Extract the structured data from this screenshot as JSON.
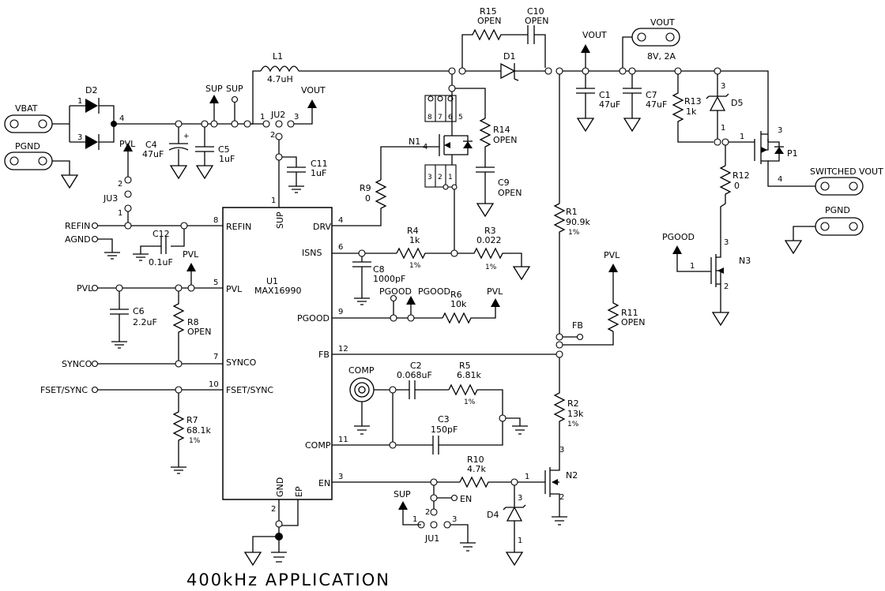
{
  "title": "400kHz APPLICATION",
  "ic": {
    "ref": "U1",
    "part": "MAX16990",
    "pins": {
      "sup": "SUP",
      "refin": "REFIN",
      "pvl": "PVL",
      "synco": "SYNCO",
      "fset": "FSET/SYNC",
      "drv": "DRV",
      "isns": "ISNS",
      "pgood": "PGOOD",
      "fb": "FB",
      "comp": "COMP",
      "en": "EN",
      "gnd": "GND",
      "ep": "EP"
    },
    "nums": {
      "sup": "1",
      "refin": "8",
      "pvl": "5",
      "synco": "7",
      "fset": "10",
      "drv": "4",
      "isns": "6",
      "pgood": "9",
      "fb": "12",
      "comp": "11",
      "en": "3",
      "gnd": "2"
    }
  },
  "connectors": {
    "vbat": "VBAT",
    "pgnd": "PGND",
    "vout": "VOUT",
    "vout_rating": "8V, 2A",
    "switched_vout": "SWITCHED VOUT",
    "comp": "COMP"
  },
  "nets": {
    "refin": "REFIN",
    "agnd": "AGND",
    "pvl": "PVL",
    "synco": "SYNCO",
    "fset": "FSET/SYNC",
    "sup": "SUP",
    "vout": "VOUT",
    "pgood": "PGOOD",
    "fb": "FB",
    "en": "EN"
  },
  "components": {
    "d2": {
      "ref": "D2"
    },
    "d1": {
      "ref": "D1"
    },
    "d4": {
      "ref": "D4"
    },
    "d5": {
      "ref": "D5"
    },
    "l1": {
      "ref": "L1",
      "value": "4.7uH"
    },
    "c4": {
      "ref": "C4",
      "value": "47uF"
    },
    "c5": {
      "ref": "C5",
      "value": "1uF"
    },
    "c11": {
      "ref": "C11",
      "value": "1uF"
    },
    "c12": {
      "ref": "C12",
      "value": "0.1uF"
    },
    "c6": {
      "ref": "C6",
      "value": "2.2uF"
    },
    "c8": {
      "ref": "C8",
      "value": "1000pF"
    },
    "c9": {
      "ref": "C9",
      "value": "OPEN"
    },
    "c10": {
      "ref": "C10",
      "value": "OPEN"
    },
    "c1": {
      "ref": "C1",
      "value": "47uF"
    },
    "c7": {
      "ref": "C7",
      "value": "47uF"
    },
    "c2": {
      "ref": "C2",
      "value": "0.068uF"
    },
    "c3": {
      "ref": "C3",
      "value": "150pF"
    },
    "r15": {
      "ref": "R15",
      "value": "OPEN"
    },
    "r14": {
      "ref": "R14",
      "value": "OPEN"
    },
    "r9": {
      "ref": "R9",
      "value": "0"
    },
    "r4": {
      "ref": "R4",
      "value": "1k",
      "tol": "1%"
    },
    "r3": {
      "ref": "R3",
      "value": "0.022",
      "tol": "1%"
    },
    "r6": {
      "ref": "R6",
      "value": "10k"
    },
    "r8": {
      "ref": "R8",
      "value": "OPEN"
    },
    "r7": {
      "ref": "R7",
      "value": "68.1k",
      "tol": "1%"
    },
    "r1": {
      "ref": "R1",
      "value": "90.9k",
      "tol": "1%"
    },
    "r11": {
      "ref": "R11",
      "value": "OPEN"
    },
    "r2": {
      "ref": "R2",
      "value": "13k",
      "tol": "1%"
    },
    "r5": {
      "ref": "R5",
      "value": "6.81k",
      "tol": "1%"
    },
    "r10": {
      "ref": "R10",
      "value": "4.7k"
    },
    "r13": {
      "ref": "R13",
      "value": "1k"
    },
    "r12": {
      "ref": "R12",
      "value": "0"
    },
    "n1": {
      "ref": "N1"
    },
    "n2": {
      "ref": "N2"
    },
    "n3": {
      "ref": "N3"
    },
    "p1": {
      "ref": "P1"
    },
    "ju1": {
      "ref": "JU1"
    },
    "ju2": {
      "ref": "JU2"
    },
    "ju3": {
      "ref": "JU3"
    }
  },
  "pin_labels": {
    "one": "1",
    "two": "2",
    "three": "3",
    "four": "4",
    "five": "5",
    "six": "6",
    "seven": "7",
    "eight": "8"
  }
}
